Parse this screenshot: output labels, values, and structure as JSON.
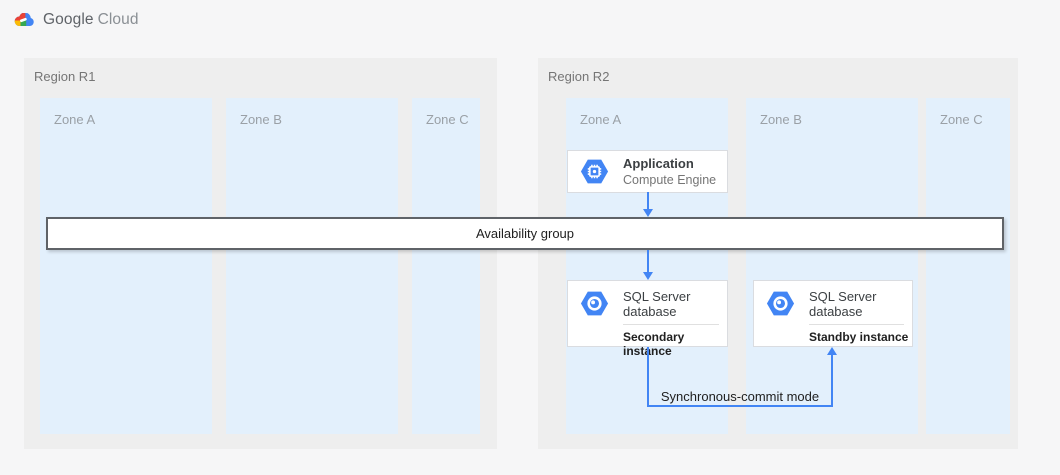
{
  "header": {
    "logo_primary": "Google",
    "logo_secondary": "Cloud",
    "logo_icon": "google-cloud-logo"
  },
  "diagram": {
    "regions": [
      {
        "label": "Region R1",
        "zones": [
          {
            "label": "Zone A"
          },
          {
            "label": "Zone B"
          },
          {
            "label": "Zone C"
          }
        ]
      },
      {
        "label": "Region R2",
        "zones": [
          {
            "label": "Zone A"
          },
          {
            "label": "Zone B"
          },
          {
            "label": "Zone C"
          }
        ]
      }
    ],
    "availability_group": {
      "label": "Availability group"
    },
    "nodes": [
      {
        "title": "Application",
        "subtitle": "Compute Engine",
        "icon": "compute-engine-icon"
      },
      {
        "title": "SQL Server database",
        "role": "Secondary instance",
        "icon": "cloud-sql-icon"
      },
      {
        "title": "SQL Server database",
        "role": "Standby instance",
        "icon": "cloud-sql-icon"
      }
    ],
    "connections": {
      "sync_label": "Synchronous-commit mode"
    },
    "colors": {
      "zone_fill": "#e3f0fc",
      "region_fill": "#eeeeee",
      "page_background": "#f6f6f7",
      "arrow_blue": "#4285f4",
      "band_border": "#5f6368",
      "hexagon_blue": "#4285f4",
      "logo_red": "#ea4335",
      "logo_yellow": "#fbbc05",
      "logo_green": "#34a853",
      "logo_blue": "#4285f4"
    }
  }
}
